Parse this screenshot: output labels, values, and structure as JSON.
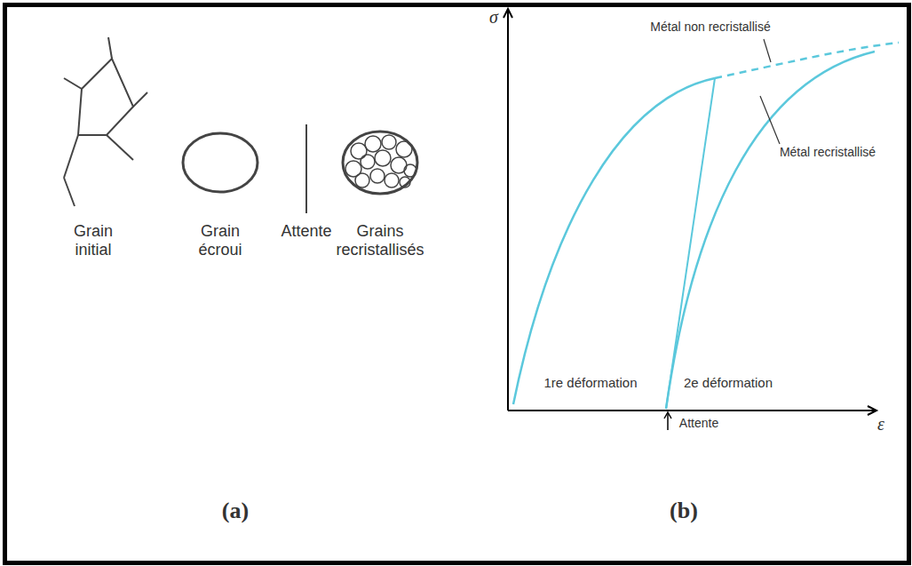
{
  "diagram": {
    "labels": [
      "Grain initial",
      "Grain écroui",
      "Attente",
      "Grains recristallisés",
      "(a)",
      "(b)",
      "σ",
      "ε",
      "Métal non recristallisé",
      "Métal recristallisé",
      "1re déformation",
      "2e déformation",
      "Attente"
    ]
  }
}
